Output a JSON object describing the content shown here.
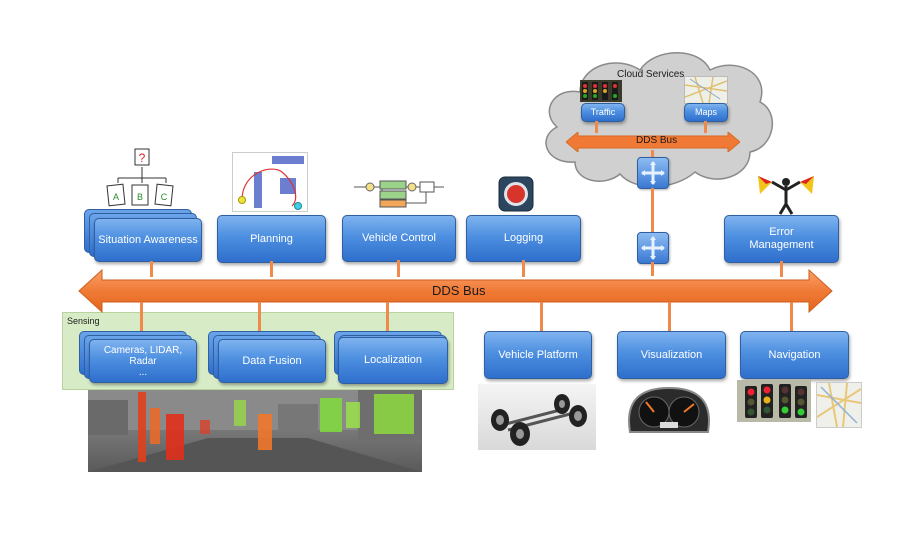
{
  "main_bus": {
    "label": "DDS Bus"
  },
  "cloud": {
    "title": "Cloud Services",
    "bus_label": "DDS Bus",
    "traffic_label": "Traffic",
    "maps_label": "Maps"
  },
  "top_modules": [
    {
      "label": "Situation Awareness"
    },
    {
      "label": "Planning"
    },
    {
      "label": "Vehicle Control"
    },
    {
      "label": "Logging"
    },
    {
      "label": "Error\nManagement"
    }
  ],
  "sensing": {
    "title": "Sensing",
    "modules": [
      {
        "label": "Cameras, LIDAR,\nRadar\n..."
      },
      {
        "label": "Data Fusion"
      },
      {
        "label": "Localization"
      }
    ]
  },
  "bottom_modules": [
    {
      "label": "Vehicle Platform"
    },
    {
      "label": "Visualization"
    },
    {
      "label": "Navigation"
    }
  ],
  "situation_icons": {
    "question": "?",
    "options": [
      "A",
      "B",
      "C"
    ]
  },
  "colors": {
    "bus": "#f07a35",
    "module": "#3f7fd8",
    "sensing_bg": "#d7ecc6",
    "cloud": "#cfcfcf"
  }
}
